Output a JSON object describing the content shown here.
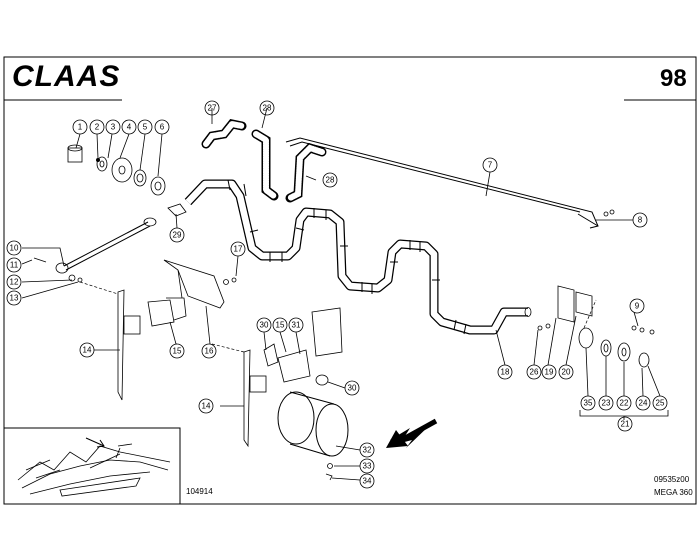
{
  "brand": "CLAAS",
  "page_number": "98",
  "drawing_code": "104914",
  "diagram_code": "09535z00",
  "model": "MEGA 360",
  "callouts": {
    "c1": "1",
    "c2": "2",
    "c3": "3",
    "c4": "4",
    "c5": "5",
    "c6": "6",
    "c7": "7",
    "c8": "8",
    "c9": "9",
    "c10": "10",
    "c11": "11",
    "c12": "12",
    "c13": "13",
    "c14a": "14",
    "c14b": "14",
    "c15a": "15",
    "c15b": "15",
    "c16": "16",
    "c17": "17",
    "c18": "18",
    "c19": "19",
    "c20": "20",
    "c21": "21",
    "c22": "22",
    "c23": "23",
    "c24": "24",
    "c25": "25",
    "c26": "26",
    "c27": "27",
    "c28a": "28",
    "c28b": "28",
    "c29": "29",
    "c30a": "30",
    "c30b": "30",
    "c31": "31",
    "c32": "32",
    "c33": "33",
    "c34": "34",
    "c35": "35"
  }
}
